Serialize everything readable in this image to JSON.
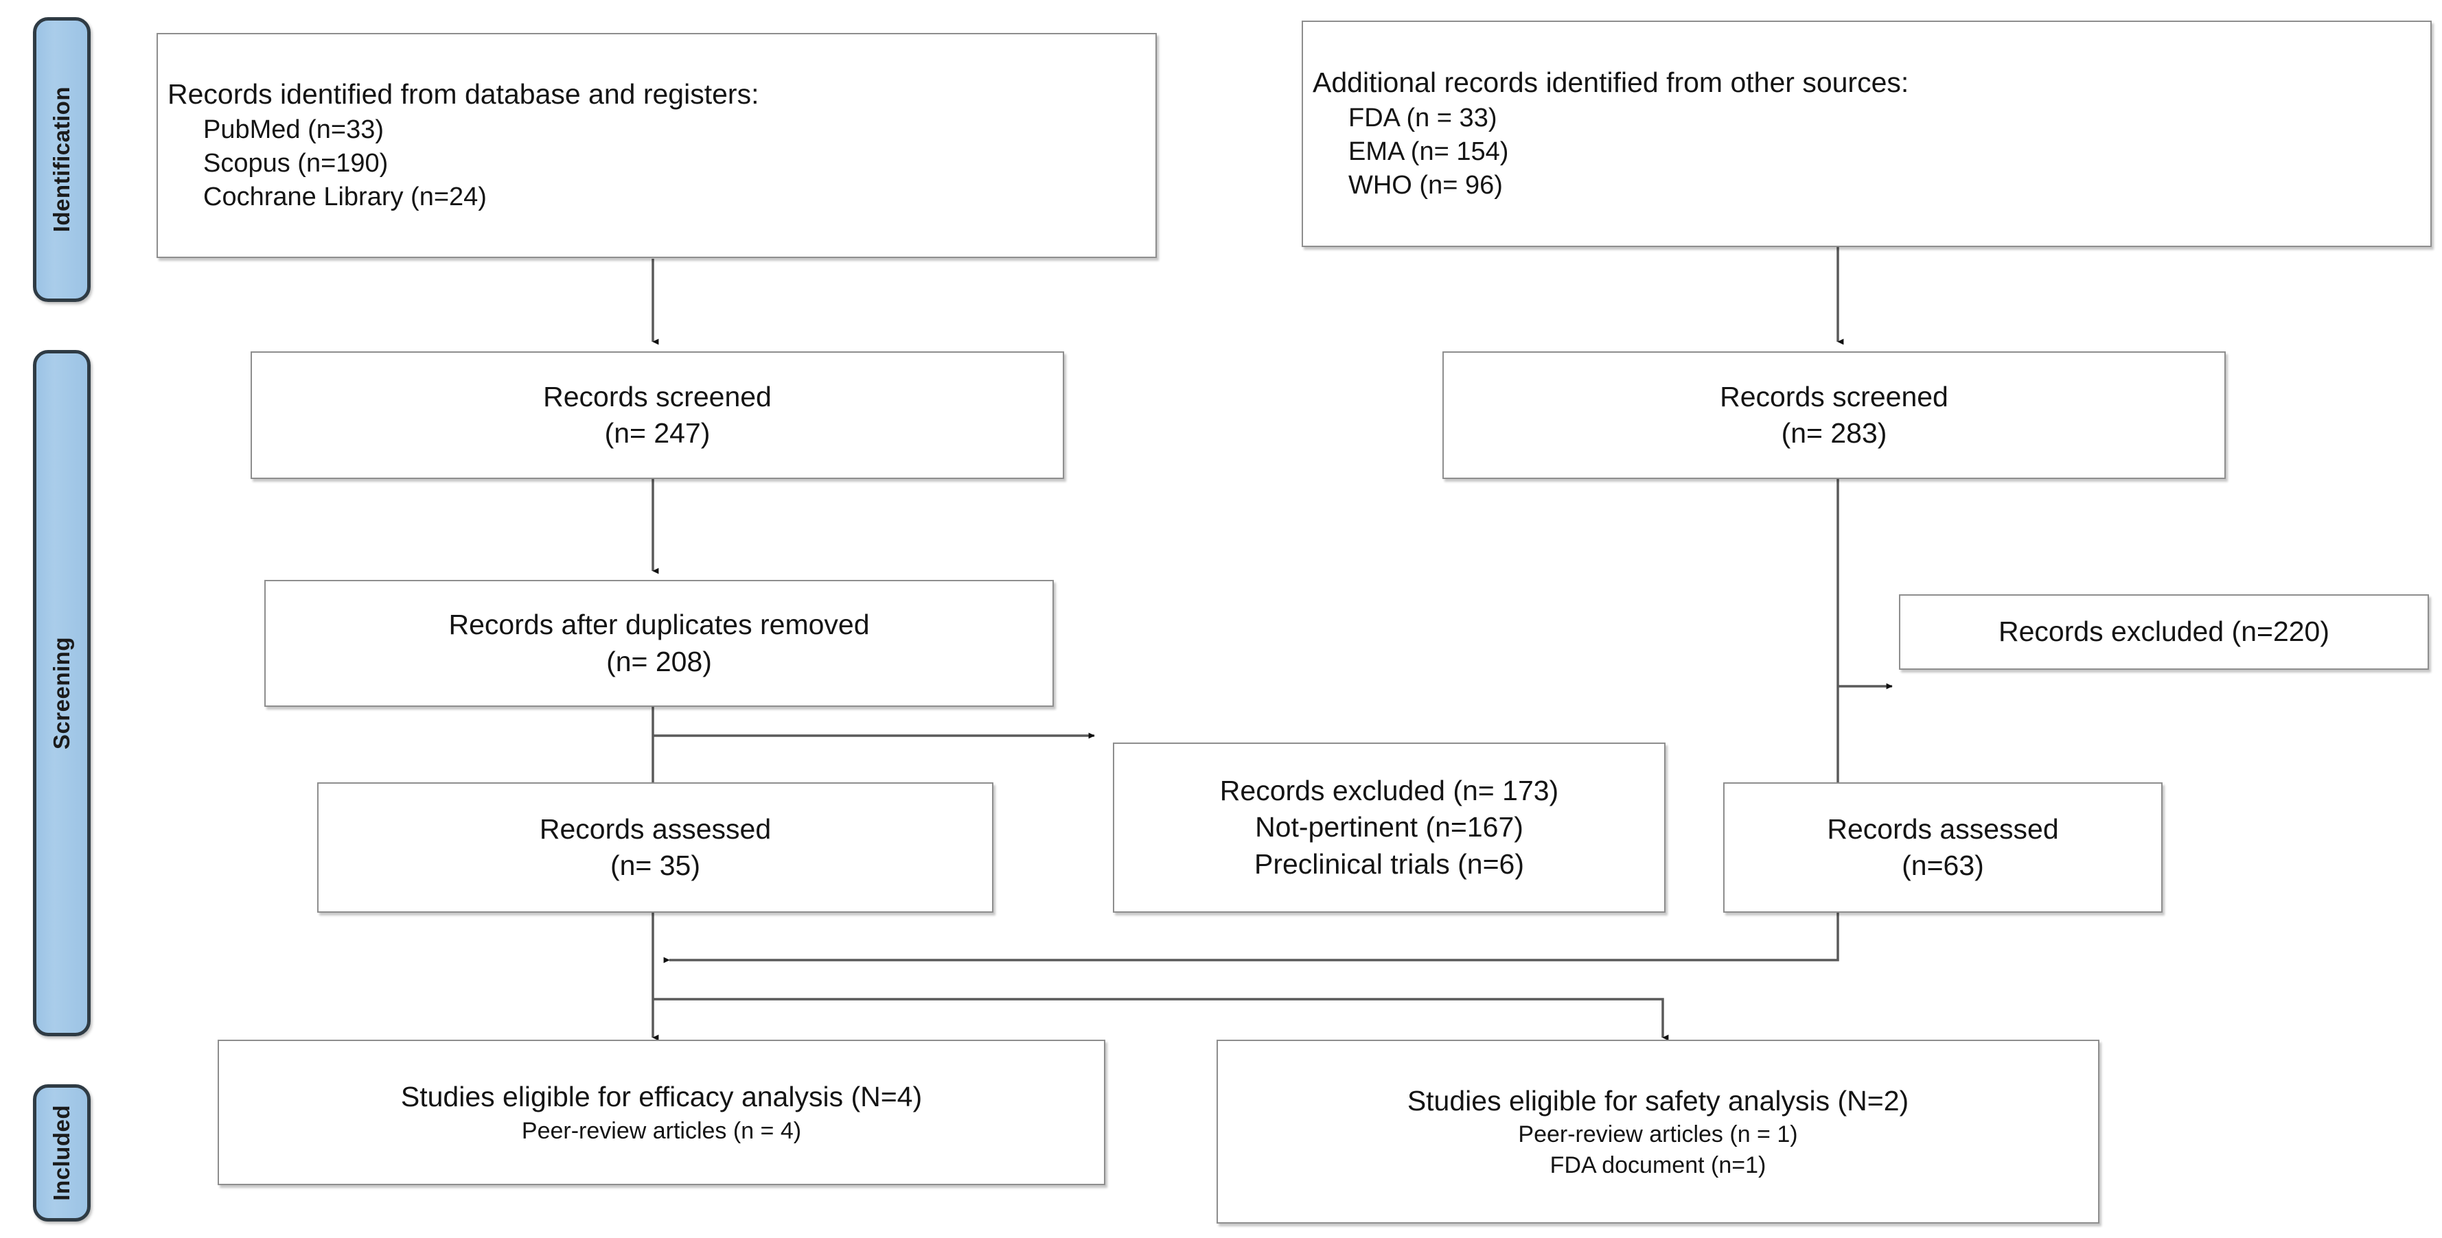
{
  "diagram": {
    "title": "PRISMA flow diagram",
    "type": "flowchart",
    "accent_color": "#9cc3e5",
    "pill_border_color": "#2f3b44",
    "box_border_color": "#8e8e8e",
    "text_color": "#141414",
    "background_color": "#ffffff"
  },
  "stages": [
    {
      "id": "identification",
      "label": "Identification"
    },
    {
      "id": "screening",
      "label": "Screening"
    },
    {
      "id": "included",
      "label": "Included"
    }
  ],
  "boxes": {
    "db_records": {
      "title": "Records identified from database and registers:",
      "items": [
        "PubMed (n=33)",
        "Scopus (n=190)",
        "Cochrane Library (n=24)"
      ]
    },
    "other_records": {
      "title": "Additional records identified from other sources:",
      "items": [
        "FDA (n = 33)",
        "EMA (n= 154)",
        "WHO (n= 96)"
      ]
    },
    "screened_left": {
      "line1": "Records screened",
      "line2": "(n= 247)"
    },
    "screened_right": {
      "line1": "Records screened",
      "line2": "(n= 283)"
    },
    "duplicates_removed": {
      "line1": "Records after duplicates removed",
      "line2": "(n= 208)"
    },
    "excluded_right": {
      "line1": "Records excluded (n=220)"
    },
    "excluded_middle": {
      "line1": "Records excluded (n= 173)",
      "line2": "Not-pertinent (n=167)",
      "line3": "Preclinical trials (n=6)"
    },
    "assessed_left": {
      "line1": "Records assessed",
      "line2": "(n= 35)"
    },
    "assessed_right": {
      "line1": "Records assessed",
      "line2": "(n=63)"
    },
    "efficacy": {
      "line1": "Studies eligible for efficacy analysis (N=4)",
      "line2": "Peer-review articles (n = 4)"
    },
    "safety": {
      "line1": "Studies eligible for safety analysis (N=2)",
      "line2": "Peer-review articles (n = 1)",
      "line3": "FDA document (n=1)"
    }
  },
  "chart_data": {
    "type": "flowchart",
    "title": "PRISMA flow diagram",
    "nodes": [
      {
        "id": "db_records",
        "stage": "Identification",
        "label": "Records identified from database and registers",
        "counts": {
          "PubMed": 33,
          "Scopus": 190,
          "Cochrane Library": 24
        }
      },
      {
        "id": "other_records",
        "stage": "Identification",
        "label": "Additional records identified from other sources",
        "counts": {
          "FDA": 33,
          "EMA": 154,
          "WHO": 96
        }
      },
      {
        "id": "screened_left",
        "stage": "Screening",
        "label": "Records screened",
        "n": 247
      },
      {
        "id": "screened_right",
        "stage": "Screening",
        "label": "Records screened",
        "n": 283
      },
      {
        "id": "duplicates_removed",
        "stage": "Screening",
        "label": "Records after duplicates removed",
        "n": 208
      },
      {
        "id": "excluded_right",
        "stage": "Screening",
        "label": "Records excluded",
        "n": 220
      },
      {
        "id": "excluded_middle",
        "stage": "Screening",
        "label": "Records excluded",
        "n": 173,
        "counts": {
          "Not-pertinent": 167,
          "Preclinical trials": 6
        }
      },
      {
        "id": "assessed_left",
        "stage": "Screening",
        "label": "Records assessed",
        "n": 35
      },
      {
        "id": "assessed_right",
        "stage": "Screening",
        "label": "Records assessed",
        "n": 63
      },
      {
        "id": "efficacy",
        "stage": "Included",
        "label": "Studies eligible for efficacy analysis",
        "N": 4,
        "counts": {
          "Peer-review articles": 4
        }
      },
      {
        "id": "safety",
        "stage": "Included",
        "label": "Studies eligible for safety analysis",
        "N": 2,
        "counts": {
          "Peer-review articles": 1,
          "FDA document": 1
        }
      }
    ],
    "edges": [
      {
        "from": "db_records",
        "to": "screened_left"
      },
      {
        "from": "other_records",
        "to": "screened_right"
      },
      {
        "from": "screened_left",
        "to": "duplicates_removed"
      },
      {
        "from": "duplicates_removed",
        "to": "assessed_left"
      },
      {
        "from": "duplicates_removed",
        "to": "excluded_middle"
      },
      {
        "from": "screened_right",
        "to": "excluded_right"
      },
      {
        "from": "screened_right",
        "to": "assessed_right"
      },
      {
        "from": "assessed_left",
        "to": "efficacy"
      },
      {
        "from": "assessed_right",
        "to": "efficacy"
      },
      {
        "from": "assessed_left",
        "to": "safety"
      }
    ]
  }
}
